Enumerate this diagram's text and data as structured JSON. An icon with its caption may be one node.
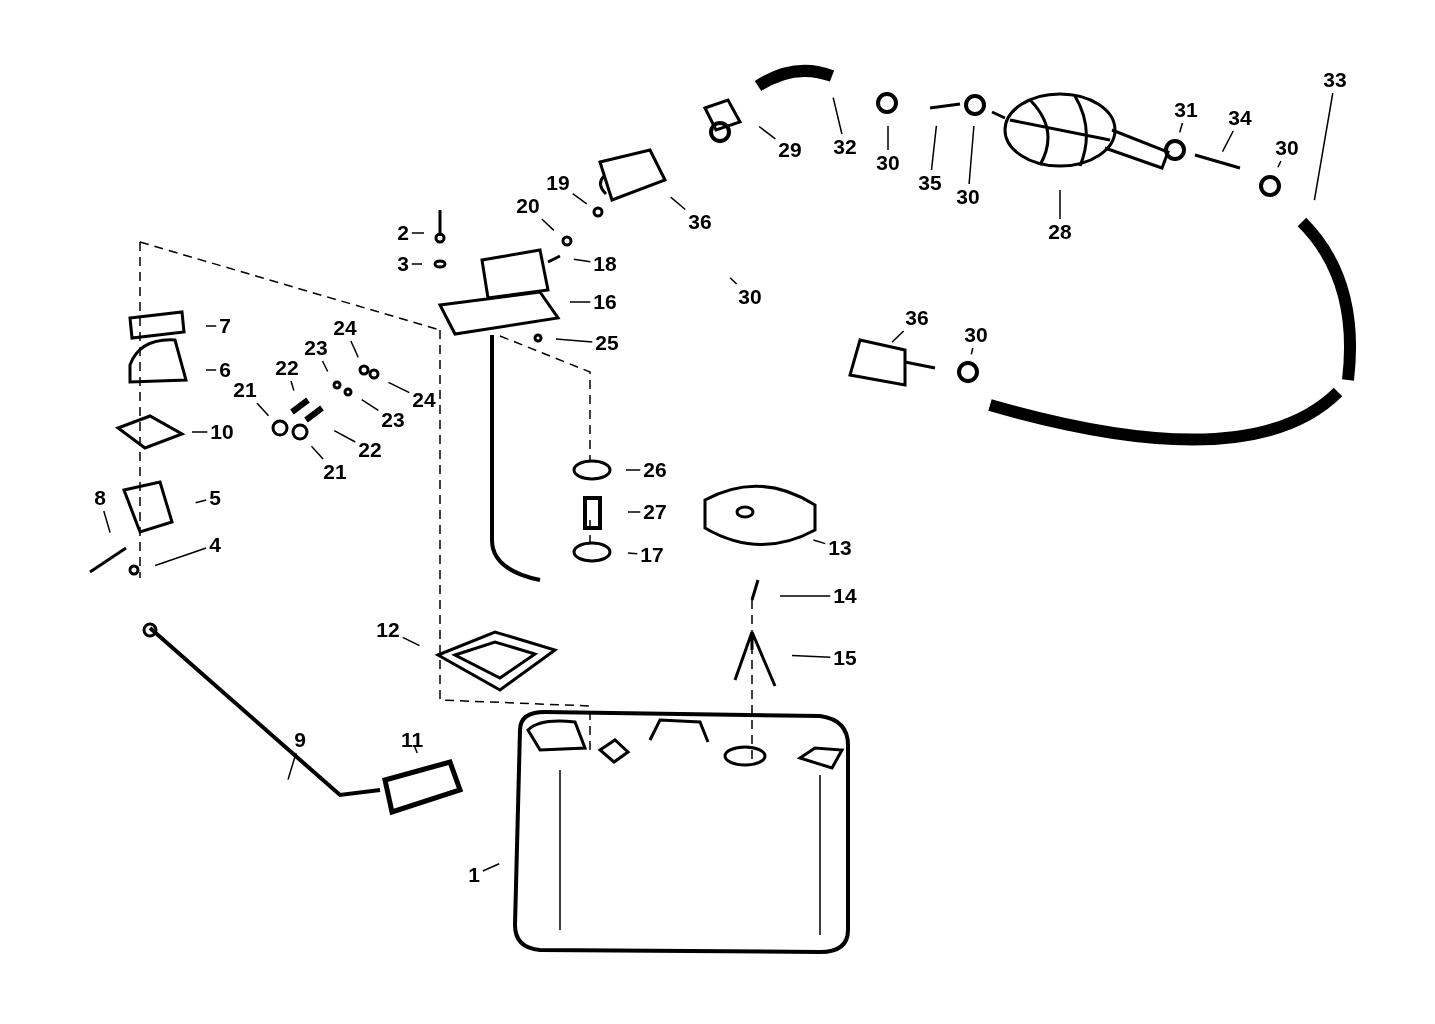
{
  "diagram": {
    "nodes": [
      {
        "text": [
          "2"
        ]
      },
      {
        "text": [
          "3"
        ]
      },
      {
        "text": [
          "18"
        ]
      },
      {
        "text": [
          "16"
        ]
      },
      {
        "text": [
          "7"
        ]
      },
      {
        "text": [
          "6"
        ]
      },
      {
        "text": [
          "25"
        ]
      },
      {
        "text": [
          "24"
        ]
      },
      {
        "text": [
          "23"
        ]
      },
      {
        "text": [
          "22"
        ]
      },
      {
        "text": [
          "24"
        ]
      },
      {
        "text": [
          "23"
        ]
      },
      {
        "text": [
          "21"
        ]
      },
      {
        "text": [
          "22"
        ]
      },
      {
        "text": [
          "21"
        ]
      },
      {
        "text": [
          "10"
        ]
      },
      {
        "text": [
          "26"
        ]
      },
      {
        "text": [
          "5"
        ]
      },
      {
        "text": [
          "27"
        ]
      },
      {
        "text": [
          "8"
        ]
      },
      {
        "text": [
          "4"
        ]
      },
      {
        "text": [
          "17"
        ]
      },
      {
        "text": [
          "13"
        ]
      },
      {
        "text": [
          "14"
        ]
      },
      {
        "text": [
          "15"
        ]
      },
      {
        "text": [
          "12"
        ]
      },
      {
        "text": [
          "9"
        ]
      },
      {
        "text": [
          "11"
        ]
      },
      {
        "text": [
          "1"
        ]
      },
      {
        "text": [
          "19"
        ]
      },
      {
        "text": [
          "20"
        ]
      },
      {
        "text": [
          "36"
        ]
      },
      {
        "text": [
          "30"
        ]
      },
      {
        "text": [
          "29"
        ]
      },
      {
        "text": [
          "32"
        ]
      },
      {
        "text": [
          "30"
        ]
      },
      {
        "text": [
          "35"
        ]
      },
      {
        "text": [
          "30"
        ]
      },
      {
        "text": [
          "28"
        ]
      },
      {
        "text": [
          "31"
        ]
      },
      {
        "text": [
          "34"
        ]
      },
      {
        "text": [
          "30"
        ]
      },
      {
        "text": [
          "33"
        ]
      },
      {
        "text": [
          "36"
        ]
      },
      {
        "text": [
          "30"
        ]
      }
    ],
    "edges": [
      {
        "from": 0,
        "to": null,
        "arrow": "none"
      },
      {
        "from": 1,
        "to": null,
        "arrow": "none"
      },
      {
        "from": 2,
        "to": null,
        "arrow": "none"
      },
      {
        "from": 3,
        "to": null,
        "arrow": "none"
      },
      {
        "from": 4,
        "to": null,
        "arrow": "none"
      },
      {
        "from": 5,
        "to": null,
        "arrow": "none"
      },
      {
        "from": 6,
        "to": null,
        "arrow": "none"
      },
      {
        "from": 7,
        "to": null,
        "arrow": "none"
      },
      {
        "from": 8,
        "to": null,
        "arrow": "none"
      },
      {
        "from": 9,
        "to": null,
        "arrow": "none"
      },
      {
        "from": 10,
        "to": null,
        "arrow": "none"
      },
      {
        "from": 11,
        "to": null,
        "arrow": "none"
      },
      {
        "from": 12,
        "to": null,
        "arrow": "none"
      },
      {
        "from": 13,
        "to": null,
        "arrow": "none"
      },
      {
        "from": 14,
        "to": null,
        "arrow": "none"
      },
      {
        "from": 15,
        "to": null,
        "arrow": "none"
      },
      {
        "from": 16,
        "to": null,
        "arrow": "none"
      },
      {
        "from": 17,
        "to": null,
        "arrow": "none"
      },
      {
        "from": 18,
        "to": null,
        "arrow": "none"
      },
      {
        "from": 19,
        "to": null,
        "arrow": "none"
      },
      {
        "from": 20,
        "to": null,
        "arrow": "none"
      },
      {
        "from": 21,
        "to": null,
        "arrow": "none"
      },
      {
        "from": 22,
        "to": null,
        "arrow": "none"
      },
      {
        "from": 23,
        "to": null,
        "arrow": "none"
      },
      {
        "from": 24,
        "to": null,
        "arrow": "none"
      },
      {
        "from": 25,
        "to": null,
        "arrow": "none"
      },
      {
        "from": 26,
        "to": null,
        "arrow": "none"
      },
      {
        "from": 27,
        "to": null,
        "arrow": "none"
      },
      {
        "from": 28,
        "to": null,
        "arrow": "none"
      },
      {
        "from": 29,
        "to": null,
        "arrow": "none"
      },
      {
        "from": 30,
        "to": null,
        "arrow": "none"
      },
      {
        "from": 31,
        "to": null,
        "arrow": "none"
      },
      {
        "from": 32,
        "to": null,
        "arrow": "none"
      },
      {
        "from": 33,
        "to": null,
        "arrow": "none"
      },
      {
        "from": 34,
        "to": null,
        "arrow": "none"
      },
      {
        "from": 35,
        "to": null,
        "arrow": "none"
      },
      {
        "from": 36,
        "to": null,
        "arrow": "none"
      },
      {
        "from": 37,
        "to": null,
        "arrow": "none"
      },
      {
        "from": 38,
        "to": null,
        "arrow": "none"
      },
      {
        "from": 39,
        "to": null,
        "arrow": "none"
      },
      {
        "from": 40,
        "to": null,
        "arrow": "none"
      },
      {
        "from": 41,
        "to": null,
        "arrow": "none"
      },
      {
        "from": 42,
        "to": null,
        "arrow": "none"
      },
      {
        "from": 43,
        "to": null,
        "arrow": "none"
      },
      {
        "from": 44,
        "to": null,
        "arrow": "none"
      }
    ]
  }
}
